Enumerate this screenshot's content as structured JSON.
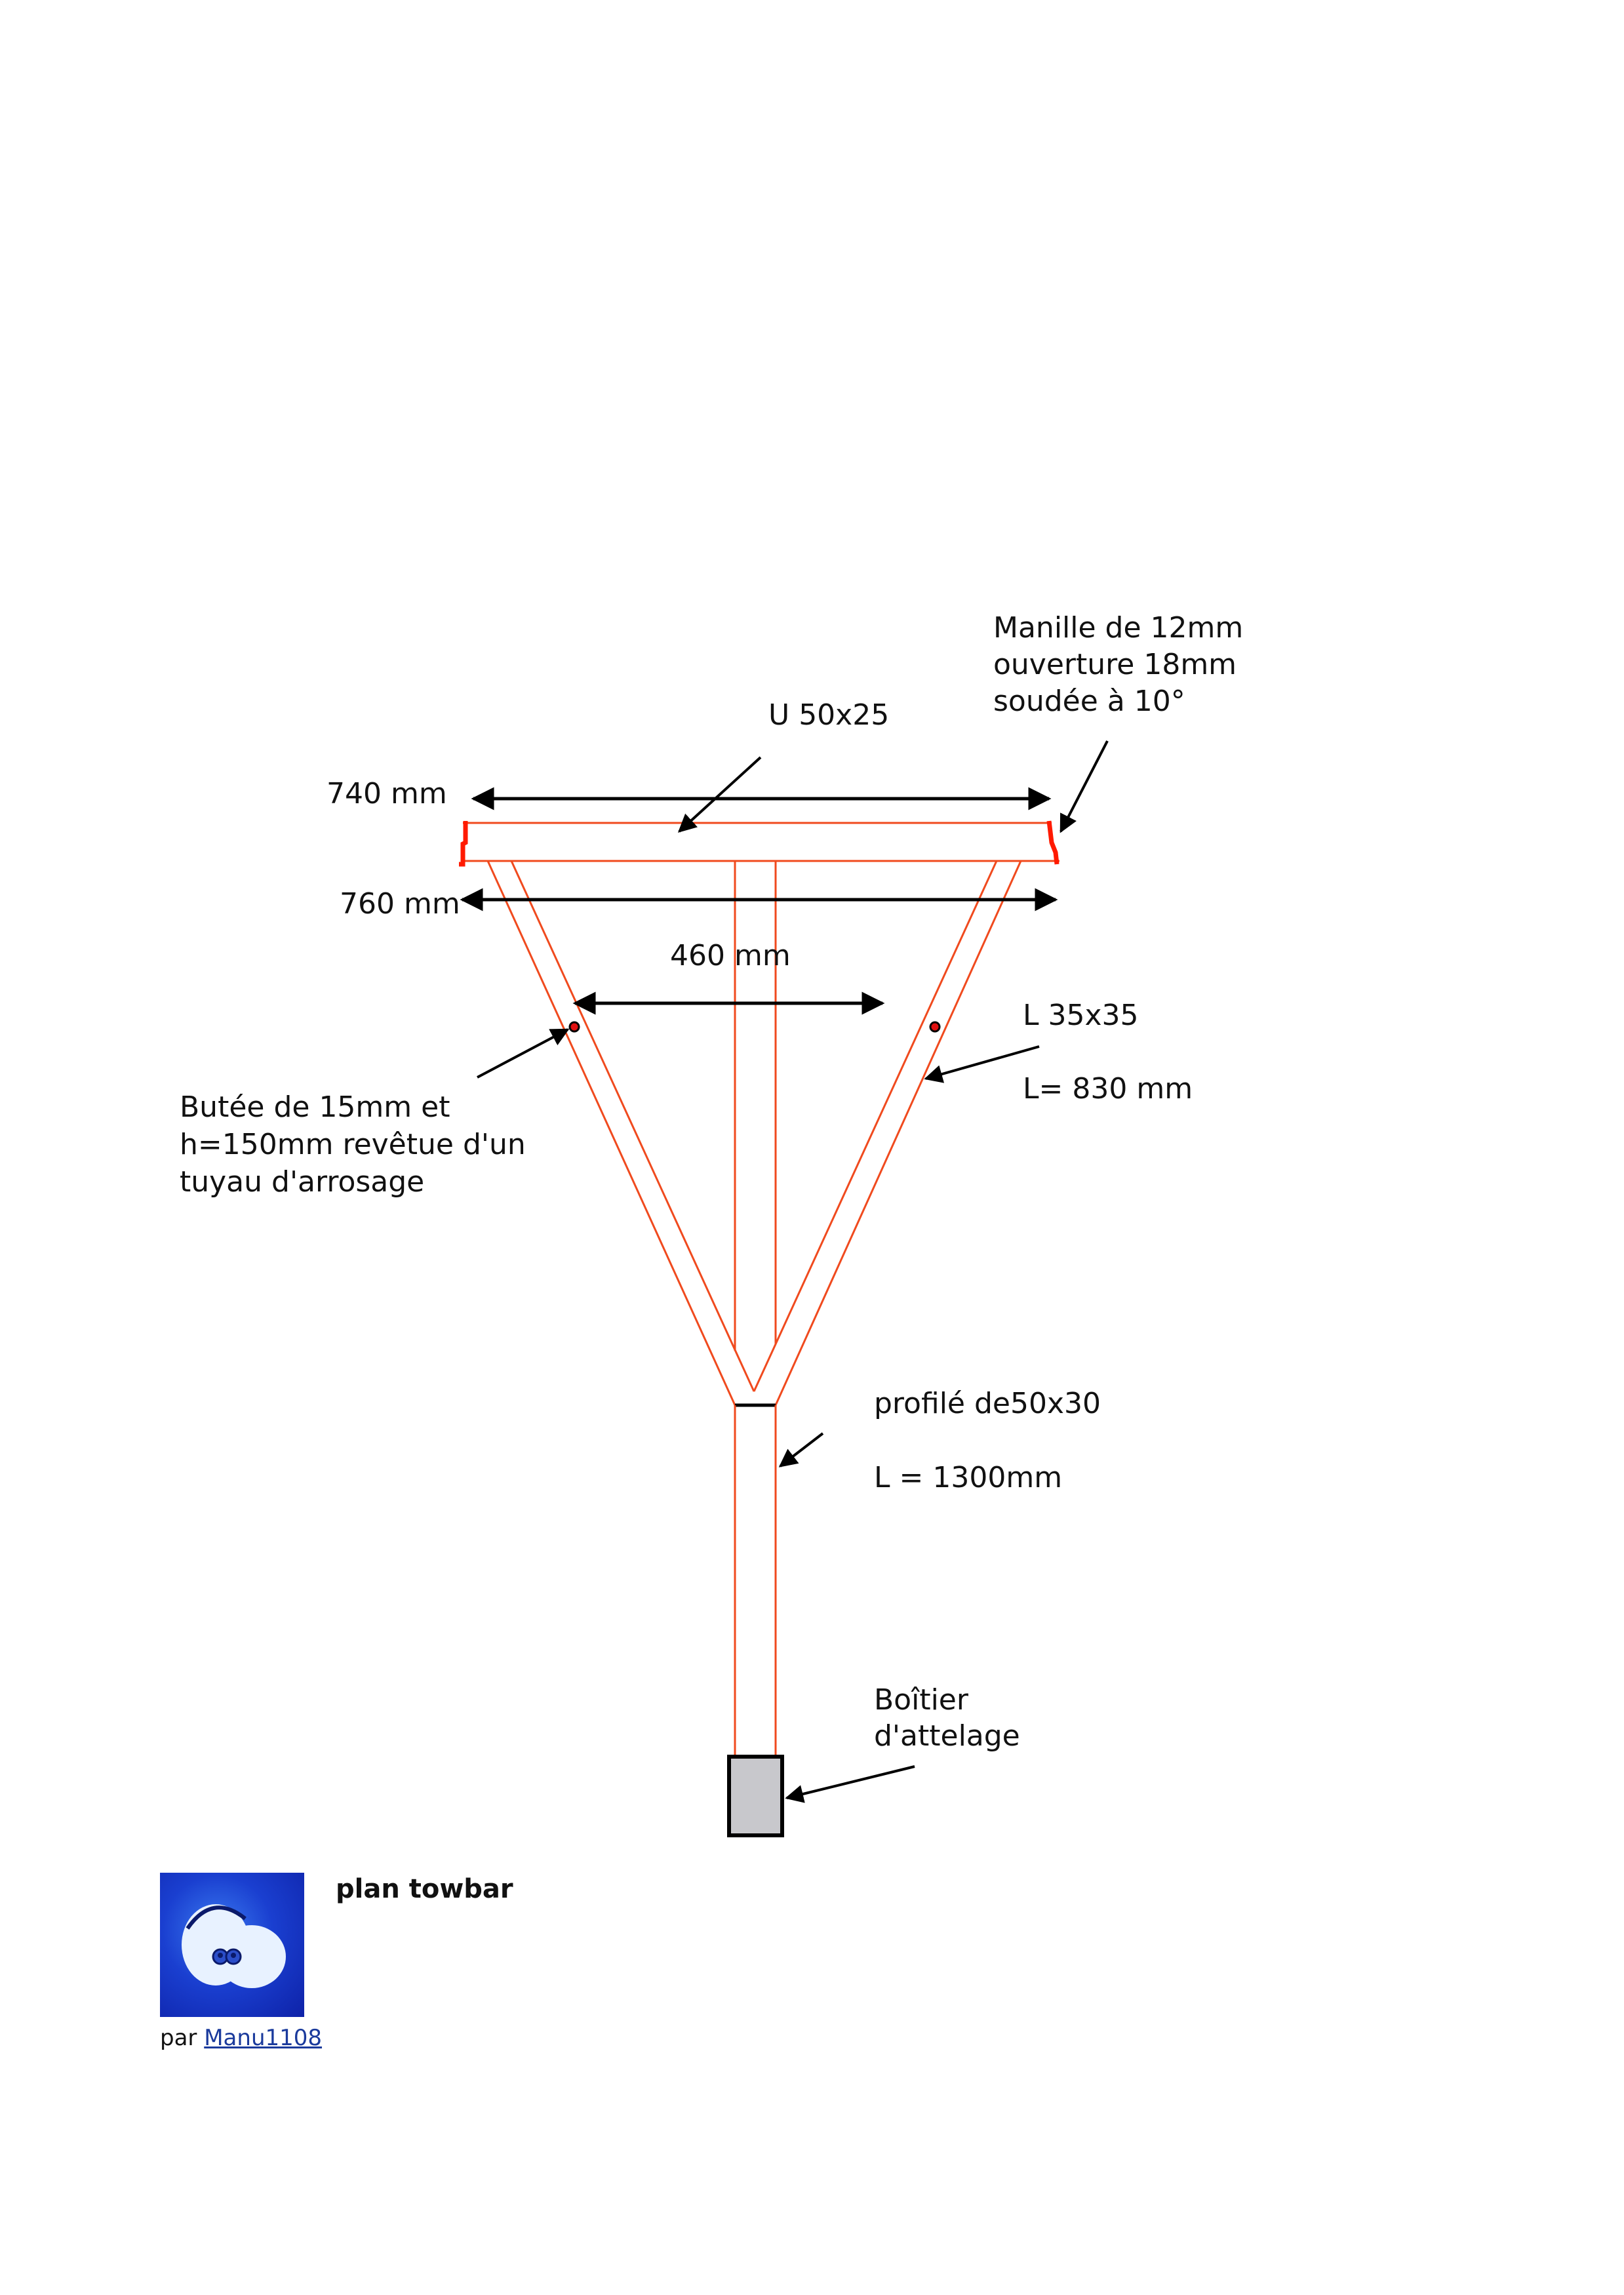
{
  "labels": {
    "manille": [
      "Manille de 12mm",
      "ouverture 18mm",
      "soudée à 10°"
    ],
    "u_profile": "U 50x25",
    "dim_740": "740 mm",
    "dim_760": "760 mm",
    "dim_460": "460 mm",
    "l_profile": "L 35x35",
    "l_length": "L= 830 mm",
    "butee": [
      "Butée de 15mm et",
      "h=150mm revêtue d'un",
      "tuyau d'arrosage"
    ],
    "profile_pole": "profilé de50x30",
    "pole_length": "L = 1300mm",
    "boitier": [
      "Boîtier",
      "d'attelage"
    ]
  },
  "dimensions_mm": {
    "top_beam_inner": 740,
    "top_beam_outer": 760,
    "stop_spacing": 460,
    "side_rail_length": 830,
    "pole_length": 1300
  },
  "colors": {
    "frame": "#f04a1e",
    "bracket": "#ff1a00",
    "stop_dot": "#e01010",
    "box_fill": "#c8c8cc",
    "link": "#1a3a9c"
  },
  "footer": {
    "title": "plan towbar",
    "by_prefix": "par",
    "author": "Manu1108"
  }
}
